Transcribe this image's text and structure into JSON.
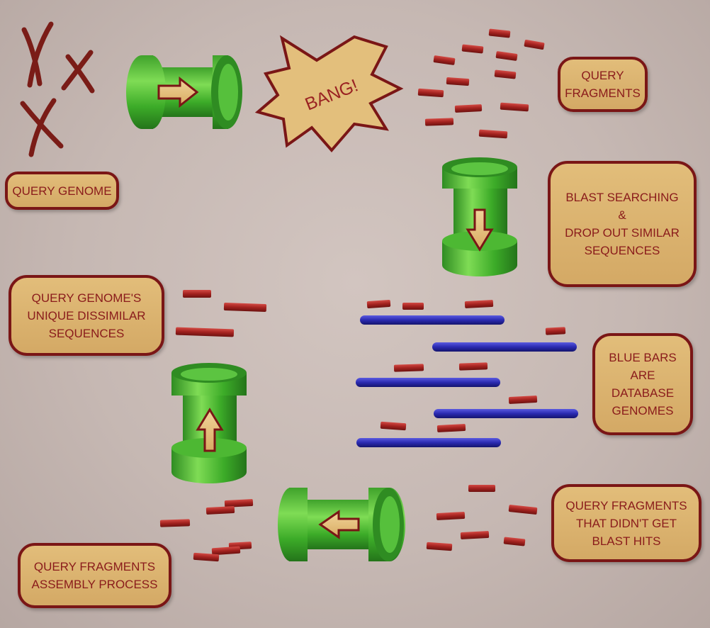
{
  "labels": {
    "query_genome": "QUERY GENOME",
    "query_fragments": "QUERY\nFRAGMENTS",
    "blast_searching": "BLAST SEARCHING\n&\nDROP OUT SIMILAR\nSEQUENCES",
    "unique_sequences": "QUERY GENOME'S\nUNIQUE DISSIMILAR\nSEQUENCES",
    "blue_bars": "BLUE BARS\nARE\nDATABASE\nGENOMES",
    "no_hits": "QUERY FRAGMENTS\nTHAT DIDN'T GET\nBLAST HITS",
    "assembly": "QUERY FRAGMENTS\nASSEMBLY PROCESS"
  },
  "burst_text": "BANG!",
  "colors": {
    "label_fill": "#dcb573",
    "label_border": "#7a1616",
    "label_text": "#8a1b1b",
    "fragment": "#a3221f",
    "chromosome": "#7a1c17",
    "pipe_green": "#3fae2a",
    "database_bar": "#2a2ab0",
    "burst_fill": "#e3bf7c"
  },
  "icons": [
    "chromosome-icon",
    "pipe-right-arrow-icon",
    "pipe-down-arrow-icon",
    "pipe-up-arrow-icon",
    "pipe-left-arrow-icon",
    "bang-burst-icon"
  ]
}
